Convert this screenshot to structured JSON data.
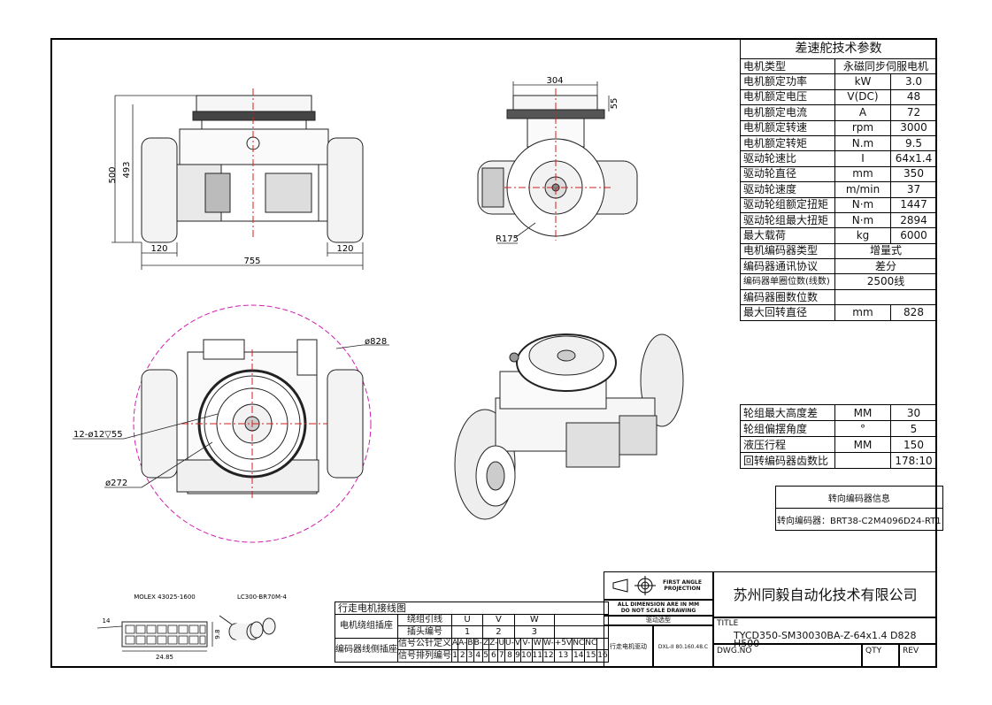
{
  "spec_table": {
    "title": "差速舵技术参数",
    "rows": [
      {
        "name": "电机类型",
        "value": "永磁同步伺服电机"
      },
      {
        "name": "电机额定功率",
        "unit": "kW",
        "value": "3.0"
      },
      {
        "name": "电机额定电压",
        "unit": "V(DC)",
        "value": "48"
      },
      {
        "name": "电机额定电流",
        "unit": "A",
        "value": "72"
      },
      {
        "name": "电机额定转速",
        "unit": "rpm",
        "value": "3000"
      },
      {
        "name": "电机额定转矩",
        "unit": "N.m",
        "value": "9.5"
      },
      {
        "name": "驱动轮速比",
        "unit": "I",
        "value": "64x1.4"
      },
      {
        "name": "驱动轮直径",
        "unit": "mm",
        "value": "350"
      },
      {
        "name": "驱动轮速度",
        "unit": "m/min",
        "value": "37"
      },
      {
        "name": "驱动轮组额定扭矩",
        "unit": "N·m",
        "value": "1447"
      },
      {
        "name": "驱动轮组最大扭矩",
        "unit": "N·m",
        "value": "2894"
      },
      {
        "name": "最大载荷",
        "unit": "kg",
        "value": "6000"
      },
      {
        "name": "电机编码器类型",
        "value": "增量式"
      },
      {
        "name": "编码器通讯协议",
        "value": "差分"
      },
      {
        "name": "编码器单圈位数(线数)",
        "value": "2500线"
      },
      {
        "name": "编码器圈数位数",
        "value": ""
      },
      {
        "name": "最大回转直径",
        "unit": "mm",
        "value": "828"
      }
    ]
  },
  "spec_table2": [
    {
      "name": "轮组最大高度差",
      "unit": "MM",
      "value": "30"
    },
    {
      "name": "轮组偏摆角度",
      "unit": "°",
      "value": "5"
    },
    {
      "name": "液压行程",
      "unit": "MM",
      "value": "150"
    },
    {
      "name": "回转编码器齿数比",
      "unit": "",
      "value": "178:10"
    }
  ],
  "encoder_box": {
    "title": "转向编码器信息",
    "model": "转向编码器：BRT38-C2M4096D24-RT1"
  },
  "wiring": {
    "title": "行走电机接线图",
    "row1_label": "电机绕组插座",
    "row1a": "绕组引线",
    "row1b": "插头编号",
    "phases": [
      "U",
      "V",
      "W"
    ],
    "phase_nums": [
      "1",
      "2",
      "3"
    ],
    "row2_label": "编码器线侧插座",
    "row2a": "信号公针定义",
    "row2b": "信号排列编号",
    "signals": [
      "A",
      "A-",
      "B",
      "B-",
      "Z",
      "Z-",
      "U",
      "U-",
      "V",
      "V-",
      "W",
      "W-",
      "+5V",
      "NC",
      "NC"
    ],
    "pin_numbers": [
      "1",
      "2",
      "3",
      "4",
      "5",
      "6",
      "7",
      "8",
      "9",
      "10",
      "11",
      "12",
      "13",
      "14",
      "15",
      "16"
    ]
  },
  "title_block": {
    "projection_1": "FIRST ANGLE",
    "projection_2": "PROJECTION",
    "note_1": "ALL DIMENSION ARE IN MM",
    "note_2": "DO NOT SCALE DRAWING",
    "drive_type": "驱动选型",
    "drive_label": "行走电机驱动",
    "drive_value": "DXL-II 80.160.48.C",
    "company": "苏州同毅自动化技术有限公司",
    "title_label": "TITLE",
    "title_value": "TYCD350-SM30030BA-Z-64x1.4 D828 H500",
    "dwgno_label": "DWG.NO",
    "qty_label": "QTY",
    "rev_label": "REV"
  },
  "dimensions": {
    "front_500": "500",
    "front_493": "493",
    "front_120_left": "120",
    "front_120_right": "120",
    "front_755": "755",
    "side_304": "304",
    "side_55": "55",
    "side_r175": "R175",
    "top_d828": "ø828",
    "top_holes": "12-ø12▽55",
    "top_d272": "ø272"
  },
  "connectors": {
    "molex_label": "MOLEX 43025-1600",
    "molex_width": "24.85",
    "molex_side": "14",
    "molex_height": "9.8",
    "lc_label": "LC300-BR70M-4"
  }
}
